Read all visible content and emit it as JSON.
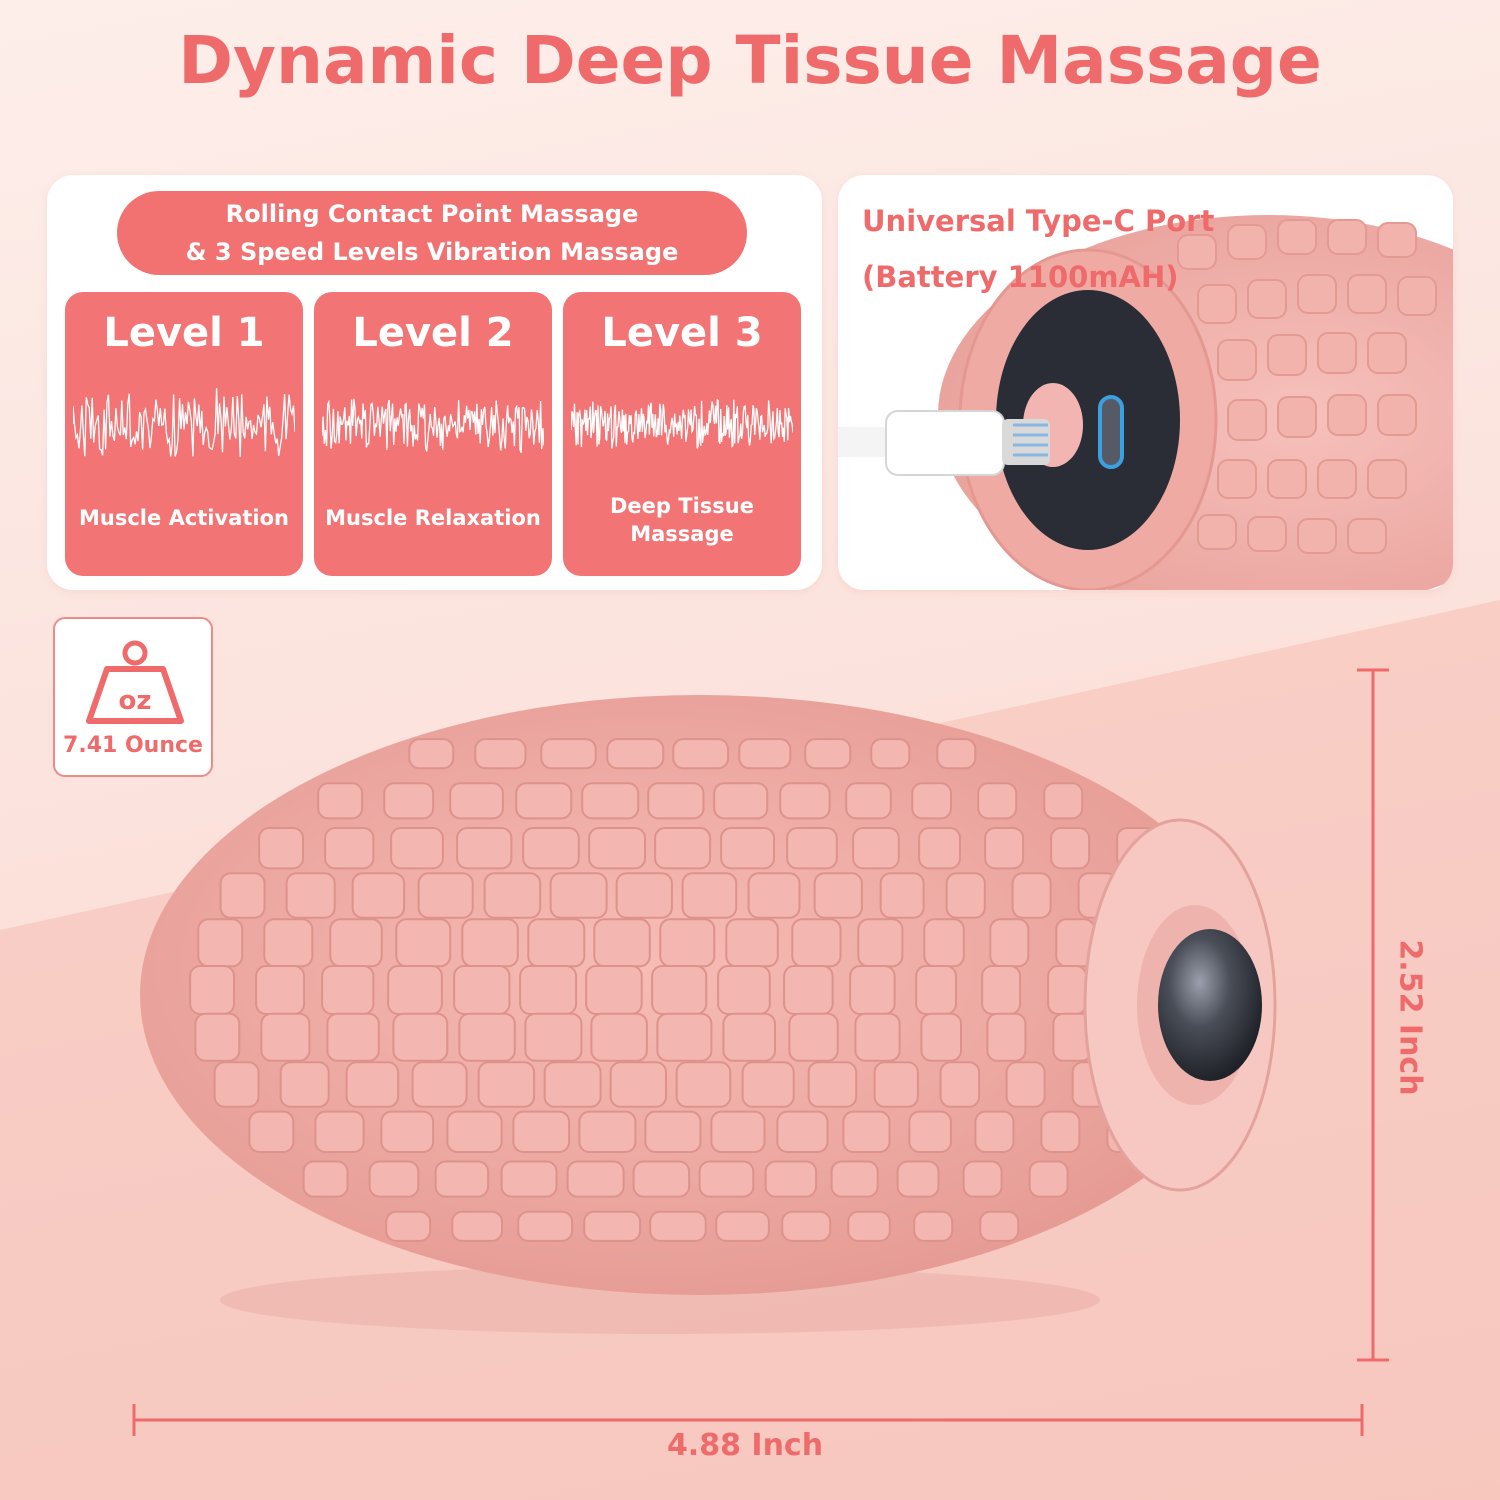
{
  "title": "Dynamic Deep Tissue Massage",
  "mode_pill": {
    "line1": "Rolling Contact Point Massage",
    "line2": "& 3 Speed Levels Vibration Massage"
  },
  "levels": [
    {
      "title": "Level 1",
      "desc_line1": "Muscle Activation",
      "desc_line2": ""
    },
    {
      "title": "Level 2",
      "desc_line1": "Muscle Relaxation",
      "desc_line2": ""
    },
    {
      "title": "Level 3",
      "desc_line1": "Deep Tissue",
      "desc_line2": "Massage"
    }
  ],
  "port": {
    "line1": "Universal Type-C Port",
    "line2": "(Battery 1100mAH)"
  },
  "weight": {
    "icon_text": "oz",
    "label": "7.41 Ounce"
  },
  "dimensions": {
    "length": "4.88 Inch",
    "height": "2.52 Inch"
  },
  "colors": {
    "accent": "#ef6b6b",
    "card": "#f27474",
    "product": "#f2aaa6"
  }
}
